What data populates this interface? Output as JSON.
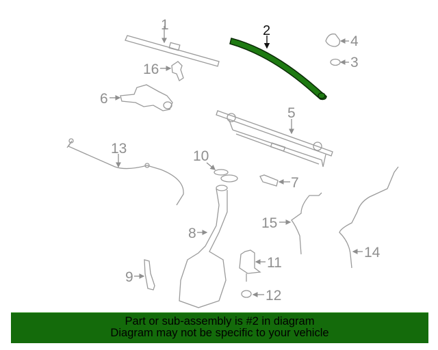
{
  "diagram": {
    "callouts": [
      {
        "number": "1",
        "part": "wiper-blade"
      },
      {
        "number": "2",
        "part": "wiper-arm",
        "highlighted": true
      },
      {
        "number": "3",
        "part": "o-ring"
      },
      {
        "number": "4",
        "part": "arm-cap"
      },
      {
        "number": "5",
        "part": "wiper-linkage-transmission"
      },
      {
        "number": "6",
        "part": "wiper-motor"
      },
      {
        "number": "7",
        "part": "bracket"
      },
      {
        "number": "8",
        "part": "washer-reservoir"
      },
      {
        "number": "9",
        "part": "reservoir-bracket"
      },
      {
        "number": "10",
        "part": "filler-neck-seals"
      },
      {
        "number": "11",
        "part": "washer-pump"
      },
      {
        "number": "12",
        "part": "pump-grommet"
      },
      {
        "number": "13",
        "part": "washer-hose"
      },
      {
        "number": "14",
        "part": "washer-hose"
      },
      {
        "number": "15",
        "part": "washer-hose"
      },
      {
        "number": "16",
        "part": "blade-adapter"
      }
    ],
    "highlight_color": "#1e7a12",
    "line_color": "#9a9a9a"
  },
  "banner": {
    "line1": "Part or sub-assembly is #2 in diagram",
    "line2": "Diagram may not be specific to your vehicle",
    "background": "#146b0b"
  }
}
